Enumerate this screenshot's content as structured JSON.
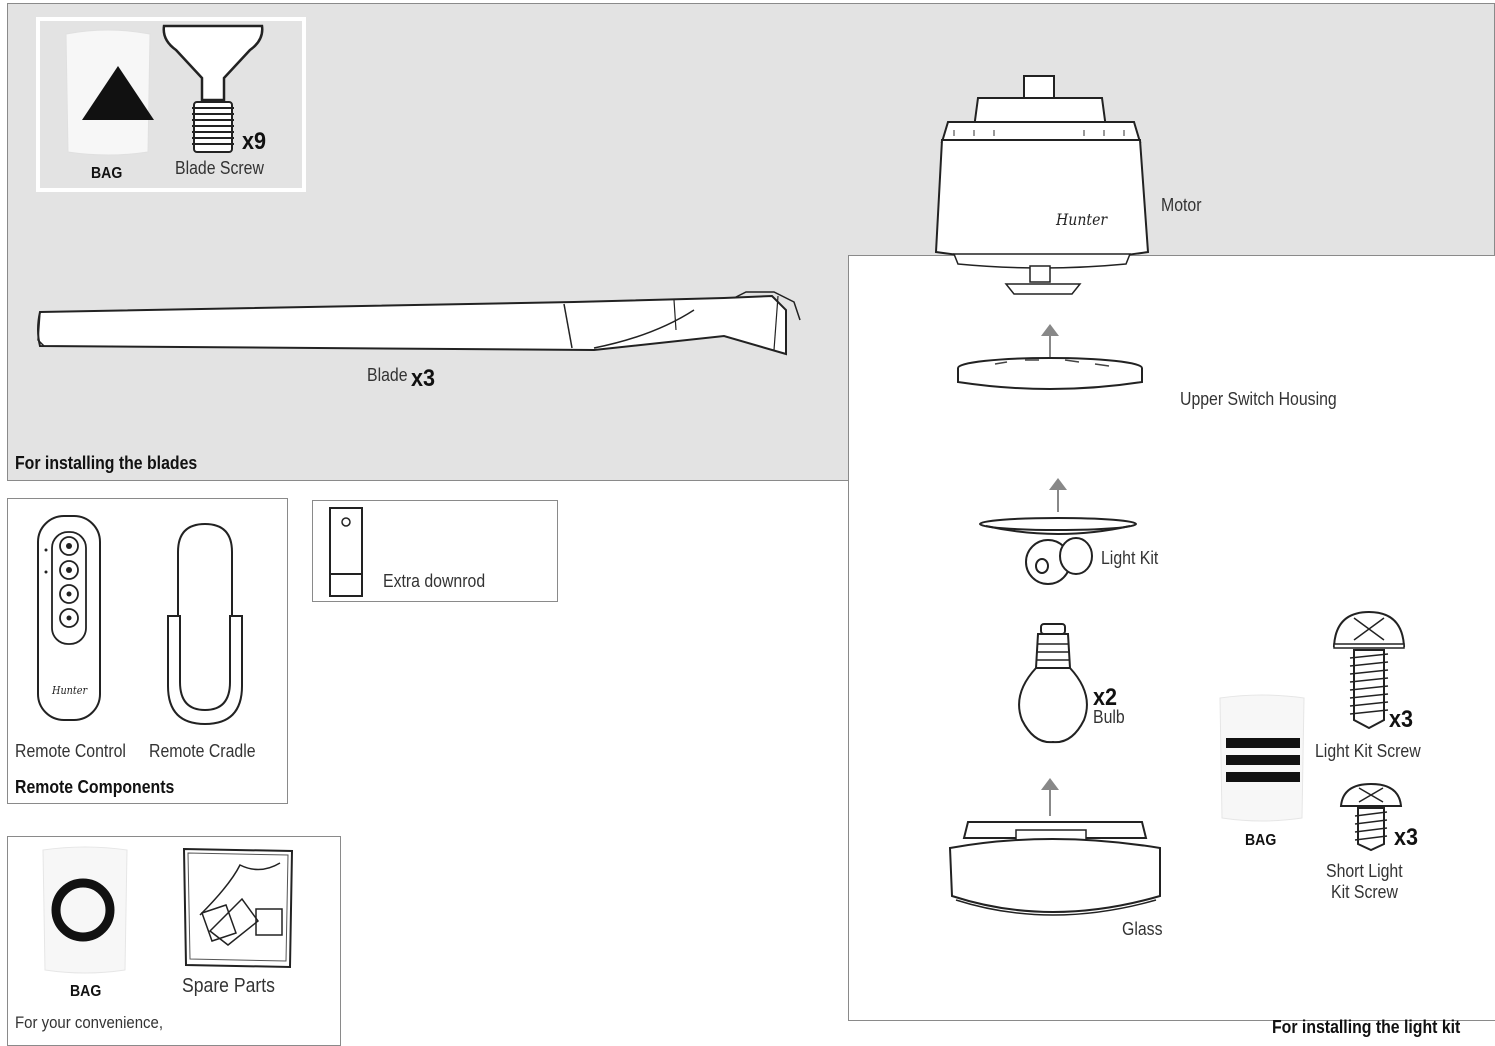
{
  "blades_section": {
    "caption": "For installing the blades",
    "bag_label": "BAG",
    "screw_qty": "x9",
    "screw_label": "Blade Screw",
    "blade_label": "Blade",
    "blade_qty": "x3"
  },
  "motor": {
    "label": "Motor",
    "logo_text": "Hunter"
  },
  "light_kit_section": {
    "caption": "For installing the light kit",
    "upper_switch_label": "Upper Switch Housing",
    "light_kit_label": "Light Kit",
    "bulb_qty": "x2",
    "bulb_label": "Bulb",
    "glass_label": "Glass",
    "bag_label": "BAG",
    "light_kit_screw_qty": "x3",
    "light_kit_screw_label": "Light Kit Screw",
    "short_screw_qty": "x3",
    "short_screw_label_line1": "Short Light",
    "short_screw_label_line2": "Kit Screw"
  },
  "remote_section": {
    "caption": "Remote Components",
    "remote_label": "Remote Control",
    "cradle_label": "Remote Cradle",
    "logo_text": "Hunter"
  },
  "downrod": {
    "label": "Extra downrod"
  },
  "spare_section": {
    "bag_label": "BAG",
    "spare_label": "Spare Parts",
    "convenience_text": "For your convenience,"
  }
}
